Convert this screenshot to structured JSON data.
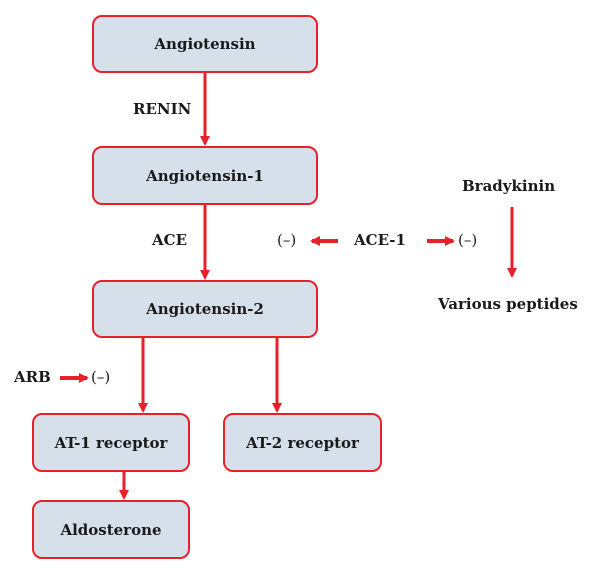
{
  "colors": {
    "accent": "#e8202a",
    "box_fill": "#d6e0ea",
    "text": "#1a1a1a"
  },
  "nodes": {
    "angiotensin": "Angiotensin",
    "angiotensin1": "Angiotensin-1",
    "angiotensin2": "Angiotensin-2",
    "at1": "AT-1 receptor",
    "at2": "AT-2 receptor",
    "aldosterone": "Aldosterone",
    "bradykinin": "Bradykinin",
    "peptides": "Various peptides"
  },
  "labels": {
    "renin": "RENIN",
    "ace": "ACE",
    "ace1": "ACE-1",
    "arb": "ARB",
    "inhibit_left": "(–)",
    "inhibit_right": "(–)",
    "inhibit_arb": "(–)"
  },
  "edges": [
    {
      "from": "angiotensin",
      "to": "angiotensin1",
      "label": "RENIN"
    },
    {
      "from": "angiotensin1",
      "to": "angiotensin2",
      "label": "ACE"
    },
    {
      "from": "angiotensin2",
      "to": "at1"
    },
    {
      "from": "angiotensin2",
      "to": "at2"
    },
    {
      "from": "at1",
      "to": "aldosterone"
    },
    {
      "from": "bradykinin",
      "to": "peptides"
    },
    {
      "from": "ACE-1",
      "to": "(–) ACE",
      "type": "inhibits"
    },
    {
      "from": "ACE-1",
      "to": "(–) Bradykinin breakdown",
      "type": "inhibits"
    },
    {
      "from": "ARB",
      "to": "(–) AT-1 receptor",
      "type": "inhibits"
    }
  ]
}
